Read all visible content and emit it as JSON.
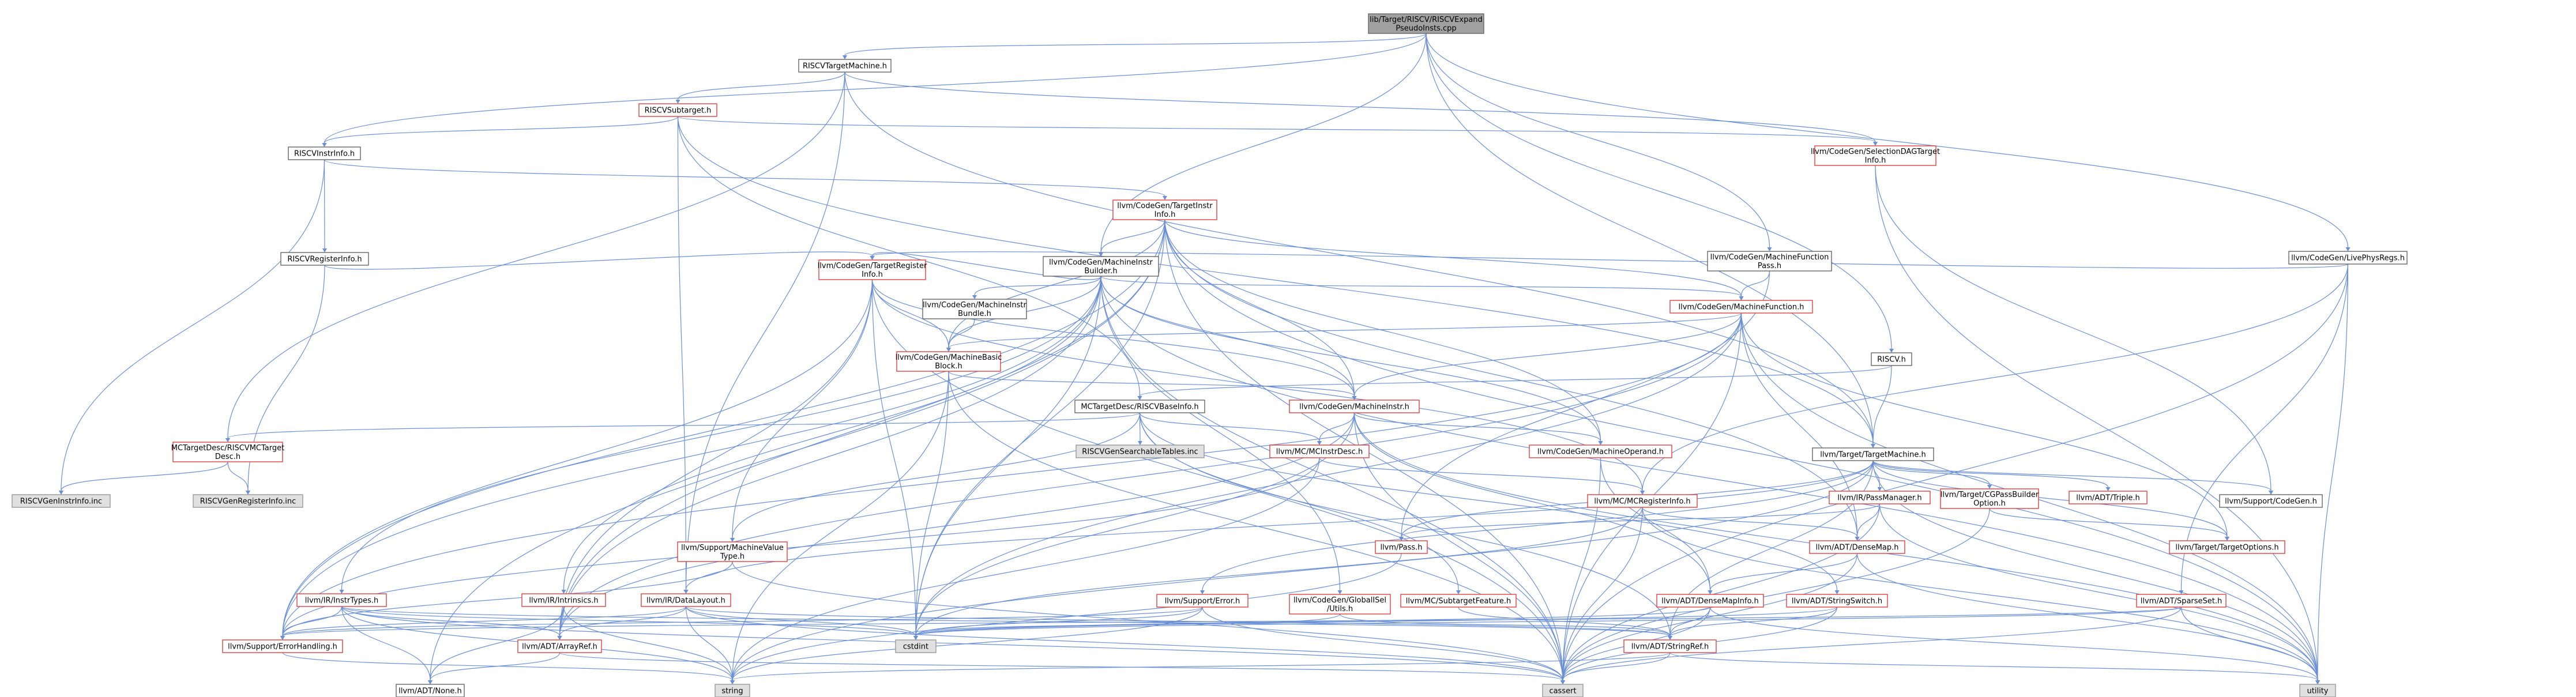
{
  "colors": {
    "root_fill": "#a0a0a0",
    "root_border": "#666666",
    "normal_fill": "#ffffff",
    "normal_border": "#666666",
    "truncated_border": "#e04040",
    "system_fill": "#e0e0e0",
    "system_border": "#999999",
    "edge": "#6a8fd6",
    "text": "#000000"
  },
  "nodes": [
    {
      "id": "root",
      "lines": [
        "lib/Target/RISCV/RISCVExpand",
        "PseudoInsts.cpp"
      ],
      "style": "root"
    },
    {
      "id": "riscvtargetmachine",
      "lines": [
        "RISCVTargetMachine.h"
      ],
      "style": "normal"
    },
    {
      "id": "riscvsubtarget",
      "lines": [
        "RISCVSubtarget.h"
      ],
      "style": "truncated"
    },
    {
      "id": "riscvinstrinfo",
      "lines": [
        "RISCVInstrInfo.h"
      ],
      "style": "normal"
    },
    {
      "id": "selectiondagtargetinfo",
      "lines": [
        "llvm/CodeGen/SelectionDAGTarget",
        "Info.h"
      ],
      "style": "truncated"
    },
    {
      "id": "targetinstrinfo",
      "lines": [
        "llvm/CodeGen/TargetInstr",
        "Info.h"
      ],
      "style": "truncated"
    },
    {
      "id": "riscvregisterinfo",
      "lines": [
        "RISCVRegisterInfo.h"
      ],
      "style": "normal"
    },
    {
      "id": "machineinstrbuilder",
      "lines": [
        "llvm/CodeGen/MachineInstr",
        "Builder.h"
      ],
      "style": "normal"
    },
    {
      "id": "machinefunctionpass",
      "lines": [
        "llvm/CodeGen/MachineFunction",
        "Pass.h"
      ],
      "style": "normal"
    },
    {
      "id": "livephysregs",
      "lines": [
        "llvm/CodeGen/LivePhysRegs.h"
      ],
      "style": "normal"
    },
    {
      "id": "targetregisterinfo",
      "lines": [
        "llvm/CodeGen/TargetRegister",
        "Info.h"
      ],
      "style": "truncated"
    },
    {
      "id": "machineinstrbundle",
      "lines": [
        "llvm/CodeGen/MachineInstr",
        "Bundle.h"
      ],
      "style": "normal"
    },
    {
      "id": "machinefunction",
      "lines": [
        "llvm/CodeGen/MachineFunction.h"
      ],
      "style": "truncated"
    },
    {
      "id": "machinebasicblock",
      "lines": [
        "llvm/CodeGen/MachineBasic",
        "Block.h"
      ],
      "style": "truncated"
    },
    {
      "id": "riscv",
      "lines": [
        "RISCV.h"
      ],
      "style": "normal"
    },
    {
      "id": "riscvbaseinfo",
      "lines": [
        "MCTargetDesc/RISCVBaseInfo.h"
      ],
      "style": "normal"
    },
    {
      "id": "machineinstr",
      "lines": [
        "llvm/CodeGen/MachineInstr.h"
      ],
      "style": "truncated"
    },
    {
      "id": "riscvmctargetdesc",
      "lines": [
        "MCTargetDesc/RISCVMCTarget",
        "Desc.h"
      ],
      "style": "truncated"
    },
    {
      "id": "searchabletables",
      "lines": [
        "RISCVGenSearchableTables.inc"
      ],
      "style": "system"
    },
    {
      "id": "mcinstrdesc",
      "lines": [
        "llvm/MC/MCInstrDesc.h"
      ],
      "style": "truncated"
    },
    {
      "id": "machineoperand",
      "lines": [
        "llvm/CodeGen/MachineOperand.h"
      ],
      "style": "truncated"
    },
    {
      "id": "targettargetmachine",
      "lines": [
        "llvm/Target/TargetMachine.h"
      ],
      "style": "normal"
    },
    {
      "id": "geninstrinfo",
      "lines": [
        "RISCVGenInstrInfo.inc"
      ],
      "style": "system"
    },
    {
      "id": "genregisterinfo",
      "lines": [
        "RISCVGenRegisterInfo.inc"
      ],
      "style": "system"
    },
    {
      "id": "irpassmanager",
      "lines": [
        "llvm/IR/PassManager.h"
      ],
      "style": "truncated"
    },
    {
      "id": "cgpassbuilder",
      "lines": [
        "llvm/Target/CGPassBuilder",
        "Option.h"
      ],
      "style": "truncated"
    },
    {
      "id": "triple",
      "lines": [
        "llvm/ADT/Triple.h"
      ],
      "style": "truncated"
    },
    {
      "id": "supportcodegen",
      "lines": [
        "llvm/Support/CodeGen.h"
      ],
      "style": "normal"
    },
    {
      "id": "mcregisterinfo",
      "lines": [
        "llvm/MC/MCRegisterInfo.h"
      ],
      "style": "truncated"
    },
    {
      "id": "machinevaluetype",
      "lines": [
        "llvm/Support/MachineValue",
        "Type.h"
      ],
      "style": "truncated"
    },
    {
      "id": "pass",
      "lines": [
        "llvm/Pass.h"
      ],
      "style": "truncated"
    },
    {
      "id": "densemap",
      "lines": [
        "llvm/ADT/DenseMap.h"
      ],
      "style": "truncated"
    },
    {
      "id": "targetoptions",
      "lines": [
        "llvm/Target/TargetOptions.h"
      ],
      "style": "truncated"
    },
    {
      "id": "irinstrtypes",
      "lines": [
        "llvm/IR/InstrTypes.h"
      ],
      "style": "truncated"
    },
    {
      "id": "irintrinsics",
      "lines": [
        "llvm/IR/Intrinsics.h"
      ],
      "style": "truncated"
    },
    {
      "id": "datalayout",
      "lines": [
        "llvm/IR/DataLayout.h"
      ],
      "style": "truncated"
    },
    {
      "id": "supporterror",
      "lines": [
        "llvm/Support/Error.h"
      ],
      "style": "truncated"
    },
    {
      "id": "globalisel",
      "lines": [
        "llvm/CodeGen/GlobalISel",
        "/Utils.h"
      ],
      "style": "truncated"
    },
    {
      "id": "subtargetfeature",
      "lines": [
        "llvm/MC/SubtargetFeature.h"
      ],
      "style": "truncated"
    },
    {
      "id": "densemapinfo",
      "lines": [
        "llvm/ADT/DenseMapInfo.h"
      ],
      "style": "truncated"
    },
    {
      "id": "stringswitch",
      "lines": [
        "llvm/ADT/StringSwitch.h"
      ],
      "style": "truncated"
    },
    {
      "id": "sparseset",
      "lines": [
        "llvm/ADT/SparseSet.h"
      ],
      "style": "truncated"
    },
    {
      "id": "errorhandling",
      "lines": [
        "llvm/Support/ErrorHandling.h"
      ],
      "style": "truncated"
    },
    {
      "id": "arrayref",
      "lines": [
        "llvm/ADT/ArrayRef.h"
      ],
      "style": "truncated"
    },
    {
      "id": "cstdint",
      "lines": [
        "cstdint"
      ],
      "style": "system"
    },
    {
      "id": "stringref",
      "lines": [
        "llvm/ADT/StringRef.h"
      ],
      "style": "truncated"
    },
    {
      "id": "none",
      "lines": [
        "llvm/ADT/None.h"
      ],
      "style": "normal"
    },
    {
      "id": "string",
      "lines": [
        "string"
      ],
      "style": "system"
    },
    {
      "id": "cassert",
      "lines": [
        "cassert"
      ],
      "style": "system"
    },
    {
      "id": "utility",
      "lines": [
        "utility"
      ],
      "style": "system"
    }
  ],
  "edges": [
    [
      "root",
      "riscvtargetmachine"
    ],
    [
      "root",
      "riscvinstrinfo"
    ],
    [
      "root",
      "machineinstrbuilder"
    ],
    [
      "root",
      "machinefunctionpass"
    ],
    [
      "root",
      "livephysregs"
    ],
    [
      "root",
      "riscv"
    ],
    [
      "root",
      "targettargetmachine"
    ],
    [
      "riscvtargetmachine",
      "riscvsubtarget"
    ],
    [
      "riscvtargetmachine",
      "riscvmctargetdesc"
    ],
    [
      "riscvtargetmachine",
      "selectiondagtargetinfo"
    ],
    [
      "riscvtargetmachine",
      "targettargetmachine"
    ],
    [
      "riscvtargetmachine",
      "datalayout"
    ],
    [
      "riscvsubtarget",
      "riscvinstrinfo"
    ],
    [
      "riscvsubtarget",
      "selectiondagtargetinfo"
    ],
    [
      "riscvsubtarget",
      "riscvbaseinfo"
    ],
    [
      "riscvsubtarget",
      "datalayout"
    ],
    [
      "riscvsubtarget",
      "targettargetmachine"
    ],
    [
      "riscvinstrinfo",
      "targetinstrinfo"
    ],
    [
      "riscvinstrinfo",
      "riscvregisterinfo"
    ],
    [
      "riscvinstrinfo",
      "geninstrinfo"
    ],
    [
      "riscvregisterinfo",
      "targetregisterinfo"
    ],
    [
      "riscvregisterinfo",
      "genregisterinfo"
    ],
    [
      "selectiondagtargetinfo",
      "supportcodegen"
    ],
    [
      "selectiondagtargetinfo",
      "utility"
    ],
    [
      "targetinstrinfo",
      "machineinstrbuilder"
    ],
    [
      "targetinstrinfo",
      "machinefunction"
    ],
    [
      "targetinstrinfo",
      "machinebasicblock"
    ],
    [
      "targetinstrinfo",
      "machineinstr"
    ],
    [
      "targetinstrinfo",
      "machineoperand"
    ],
    [
      "targetinstrinfo",
      "arrayref"
    ],
    [
      "targetinstrinfo",
      "errorhandling"
    ],
    [
      "targetinstrinfo",
      "none"
    ],
    [
      "targetinstrinfo",
      "cassert"
    ],
    [
      "targetinstrinfo",
      "cstdint"
    ],
    [
      "targetinstrinfo",
      "utility"
    ],
    [
      "targetinstrinfo",
      "densemap"
    ],
    [
      "machineinstrbuilder",
      "targetregisterinfo"
    ],
    [
      "machineinstrbuilder",
      "machineinstrbundle"
    ],
    [
      "machineinstrbuilder",
      "machinefunction"
    ],
    [
      "machineinstrbuilder",
      "machinebasicblock"
    ],
    [
      "machineinstrbuilder",
      "machineinstr"
    ],
    [
      "machineinstrbuilder",
      "machineoperand"
    ],
    [
      "machineinstrbuilder",
      "irinstrtypes"
    ],
    [
      "machineinstrbuilder",
      "irintrinsics"
    ],
    [
      "machineinstrbuilder",
      "globalisel"
    ],
    [
      "machineinstrbuilder",
      "errorhandling"
    ],
    [
      "machineinstrbuilder",
      "arrayref"
    ],
    [
      "machineinstrbuilder",
      "cassert"
    ],
    [
      "machineinstrbuilder",
      "cstdint"
    ],
    [
      "machineinstrbuilder",
      "utility"
    ],
    [
      "machinefunctionpass",
      "machinefunction"
    ],
    [
      "machinefunctionpass",
      "pass"
    ],
    [
      "livephysregs",
      "targetregisterinfo"
    ],
    [
      "livephysregs",
      "sparseset"
    ],
    [
      "livephysregs",
      "mcregisterinfo"
    ],
    [
      "livephysregs",
      "cassert"
    ],
    [
      "livephysregs",
      "utility"
    ],
    [
      "targetregisterinfo",
      "machinebasicblock"
    ],
    [
      "targetregisterinfo",
      "machinevaluetype"
    ],
    [
      "targetregisterinfo",
      "mcregisterinfo"
    ],
    [
      "targetregisterinfo",
      "arrayref"
    ],
    [
      "targetregisterinfo",
      "errorhandling"
    ],
    [
      "targetregisterinfo",
      "cassert"
    ],
    [
      "targetregisterinfo",
      "cstdint"
    ],
    [
      "targetregisterinfo",
      "machineinstr"
    ],
    [
      "machineinstrbundle",
      "machinebasicblock"
    ],
    [
      "machinefunction",
      "machinebasicblock"
    ],
    [
      "machinefunction",
      "machineinstr"
    ],
    [
      "machinefunction",
      "densemap"
    ],
    [
      "machinefunction",
      "arrayref"
    ],
    [
      "machinefunction",
      "errorhandling"
    ],
    [
      "machinefunction",
      "cassert"
    ],
    [
      "machinefunction",
      "cstdint"
    ],
    [
      "machinefunction",
      "utility"
    ],
    [
      "machinefunction",
      "targetoptions"
    ],
    [
      "machinebasicblock",
      "machineinstr"
    ],
    [
      "machinebasicblock",
      "cassert"
    ],
    [
      "machinebasicblock",
      "cstdint"
    ],
    [
      "machinebasicblock",
      "string"
    ],
    [
      "riscv",
      "riscvbaseinfo"
    ],
    [
      "riscv",
      "targettargetmachine"
    ],
    [
      "riscvbaseinfo",
      "riscvmctargetdesc"
    ],
    [
      "riscvbaseinfo",
      "searchabletables"
    ],
    [
      "riscvbaseinfo",
      "mcinstrdesc"
    ],
    [
      "riscvbaseinfo",
      "subtargetfeature"
    ],
    [
      "riscvbaseinfo",
      "stringswitch"
    ],
    [
      "riscvbaseinfo",
      "stringref"
    ],
    [
      "riscvbaseinfo",
      "machinevaluetype"
    ],
    [
      "machineinstr",
      "mcinstrdesc"
    ],
    [
      "machineinstr",
      "machineoperand"
    ],
    [
      "machineinstr",
      "densemapinfo"
    ],
    [
      "machineinstr",
      "arrayref"
    ],
    [
      "machineinstr",
      "cassert"
    ],
    [
      "machineinstr",
      "cstdint"
    ],
    [
      "machineinstr",
      "utility"
    ],
    [
      "riscvmctargetdesc",
      "geninstrinfo"
    ],
    [
      "riscvmctargetdesc",
      "genregisterinfo"
    ],
    [
      "mcinstrdesc",
      "mcregisterinfo"
    ],
    [
      "mcinstrdesc",
      "errorhandling"
    ],
    [
      "mcinstrdesc",
      "string"
    ],
    [
      "machineoperand",
      "densemapinfo"
    ],
    [
      "machineoperand",
      "cassert"
    ],
    [
      "targettargetmachine",
      "irpassmanager"
    ],
    [
      "targettargetmachine",
      "cgpassbuilder"
    ],
    [
      "targettargetmachine",
      "triple"
    ],
    [
      "targettargetmachine",
      "supportcodegen"
    ],
    [
      "targettargetmachine",
      "targetoptions"
    ],
    [
      "targettargetmachine",
      "pass"
    ],
    [
      "targettargetmachine",
      "supporterror"
    ],
    [
      "targettargetmachine",
      "datalayout"
    ],
    [
      "targettargetmachine",
      "stringref"
    ],
    [
      "targettargetmachine",
      "string"
    ],
    [
      "targettargetmachine",
      "utility"
    ],
    [
      "irpassmanager",
      "pass"
    ],
    [
      "irpassmanager",
      "densemap"
    ],
    [
      "irpassmanager",
      "cassert"
    ],
    [
      "irpassmanager",
      "utility"
    ],
    [
      "cgpassbuilder",
      "targetoptions"
    ],
    [
      "cgpassbuilder",
      "cassert"
    ],
    [
      "mcregisterinfo",
      "densemap"
    ],
    [
      "mcregisterinfo",
      "cassert"
    ],
    [
      "mcregisterinfo",
      "cstdint"
    ],
    [
      "mcregisterinfo",
      "utility"
    ],
    [
      "pass",
      "string"
    ],
    [
      "densemap",
      "densemapinfo"
    ],
    [
      "densemap",
      "cassert"
    ],
    [
      "densemap",
      "utility"
    ],
    [
      "densemapinfo",
      "stringref"
    ],
    [
      "densemapinfo",
      "cassert"
    ],
    [
      "densemapinfo",
      "cstdint"
    ],
    [
      "densemapinfo",
      "utility"
    ],
    [
      "irinstrtypes",
      "errorhandling"
    ],
    [
      "irinstrtypes",
      "arrayref"
    ],
    [
      "irinstrtypes",
      "none"
    ],
    [
      "irinstrtypes",
      "stringref"
    ],
    [
      "irinstrtypes",
      "cassert"
    ],
    [
      "irinstrtypes",
      "cstdint"
    ],
    [
      "irinstrtypes",
      "string"
    ],
    [
      "irintrinsics",
      "arrayref"
    ],
    [
      "irintrinsics",
      "none"
    ],
    [
      "irintrinsics",
      "string"
    ],
    [
      "datalayout",
      "arrayref"
    ],
    [
      "datalayout",
      "stringref"
    ],
    [
      "datalayout",
      "errorhandling"
    ],
    [
      "datalayout",
      "cassert"
    ],
    [
      "datalayout",
      "cstdint"
    ],
    [
      "datalayout",
      "string"
    ],
    [
      "supporterror",
      "errorhandling"
    ],
    [
      "supporterror",
      "cassert"
    ],
    [
      "supporterror",
      "cstdint"
    ],
    [
      "supporterror",
      "string"
    ],
    [
      "globalisel",
      "stringref"
    ],
    [
      "globalisel",
      "cstdint"
    ],
    [
      "subtargetfeature",
      "stringref"
    ],
    [
      "stringswitch",
      "stringref"
    ],
    [
      "stringswitch",
      "cstdint"
    ],
    [
      "stringswitch",
      "cassert"
    ],
    [
      "sparseset",
      "errorhandling"
    ],
    [
      "sparseset",
      "cassert"
    ],
    [
      "sparseset",
      "cstdint"
    ],
    [
      "sparseset",
      "utility"
    ],
    [
      "arrayref",
      "none"
    ],
    [
      "arrayref",
      "cassert"
    ],
    [
      "stringref",
      "cassert"
    ],
    [
      "stringref",
      "string"
    ],
    [
      "stringref",
      "utility"
    ],
    [
      "machinevaluetype",
      "errorhandling"
    ],
    [
      "machinevaluetype",
      "cassert"
    ],
    [
      "errorhandling",
      "string"
    ]
  ]
}
